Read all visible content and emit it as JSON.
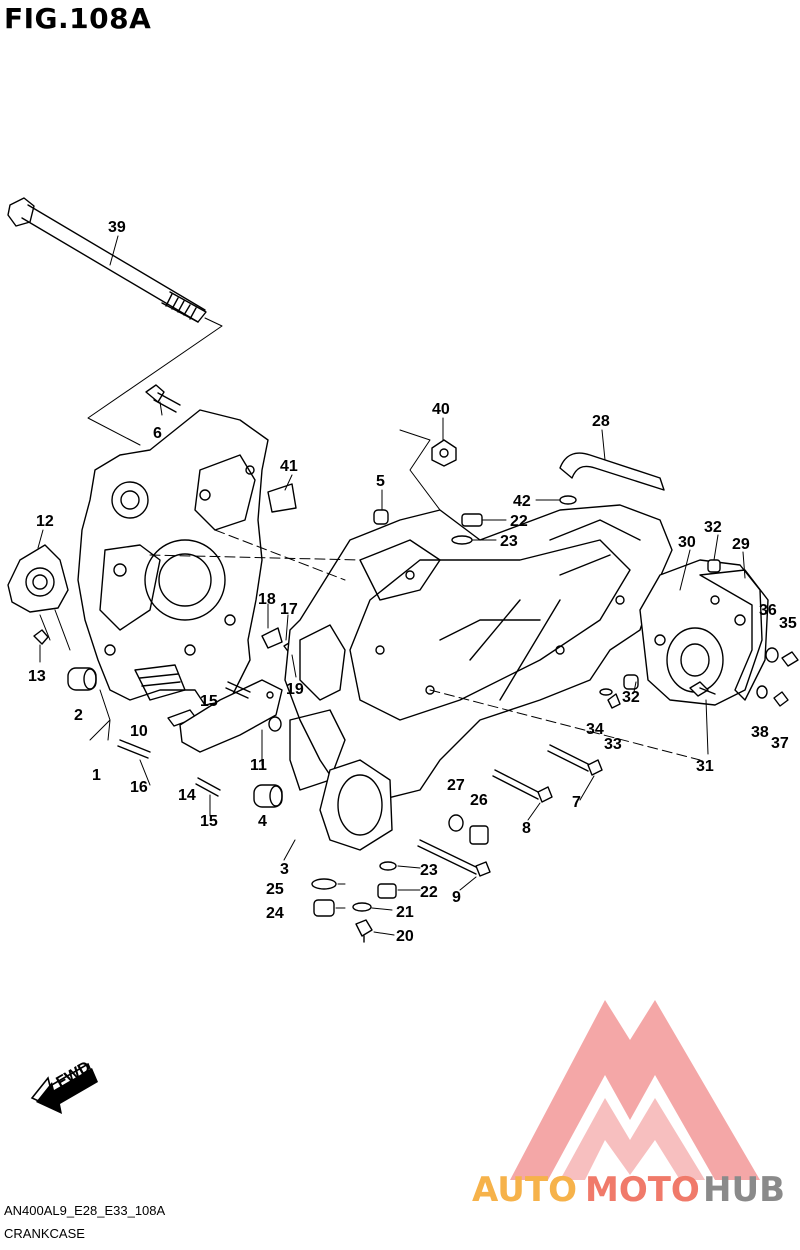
{
  "figure": {
    "title": "FIG.108A",
    "code": "AN400AL9_E28_E33_108A",
    "name": "CRANKCASE"
  },
  "callouts": {
    "c1": "1",
    "c2": "2",
    "c3": "3",
    "c4": "4",
    "c5": "5",
    "c6": "6",
    "c7": "7",
    "c8": "8",
    "c9": "9",
    "c10": "10",
    "c11": "11",
    "c12": "12",
    "c13": "13",
    "c14": "14",
    "c15a": "15",
    "c15b": "15",
    "c16": "16",
    "c17": "17",
    "c18": "18",
    "c19": "19",
    "c20": "20",
    "c21": "21",
    "c22a": "22",
    "c22b": "22",
    "c23a": "23",
    "c23b": "23",
    "c24": "24",
    "c25": "25",
    "c26": "26",
    "c27": "27",
    "c28": "28",
    "c29": "29",
    "c30": "30",
    "c31": "31",
    "c32a": "32",
    "c32b": "32",
    "c33": "33",
    "c34": "34",
    "c35": "35",
    "c36": "36",
    "c37": "37",
    "c38": "38",
    "c39": "39",
    "c40": "40",
    "c41": "41",
    "c42": "42"
  },
  "fwd_label": "FWD",
  "watermark": {
    "text_auto": "AUTO",
    "text_moto": "MOTO",
    "text_hub": "HUB",
    "color_logo": "#f08a8a",
    "color_auto": "#f6b24a",
    "color_moto": "#f07a6a",
    "color_hub": "#8a8a8a"
  }
}
